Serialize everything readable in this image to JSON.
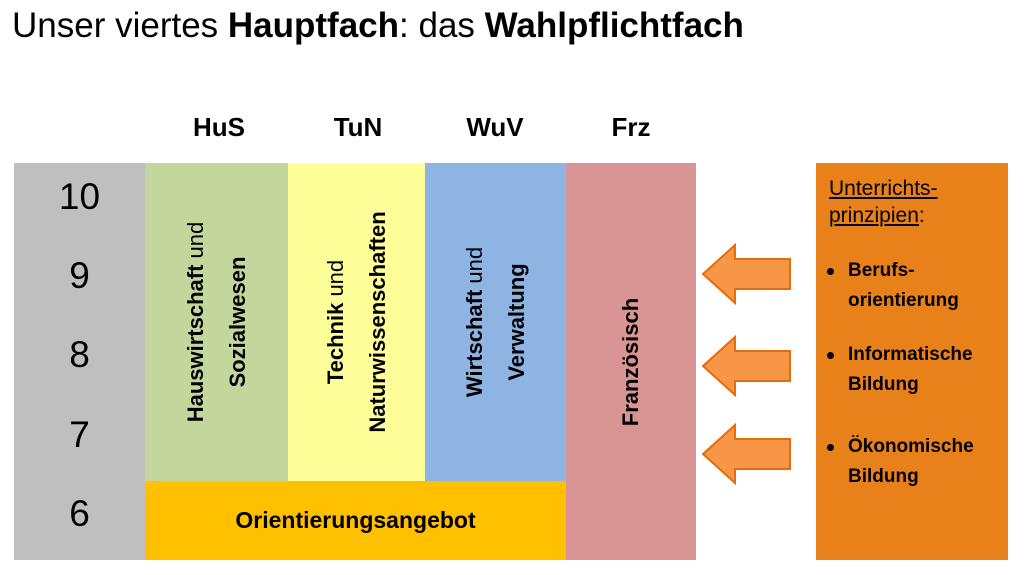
{
  "title": {
    "part1": "Unser viertes ",
    "part2": "Hauptfach",
    "part3": ": das ",
    "part4": "Wahlpflichtfach"
  },
  "columns": [
    "HuS",
    "TuN",
    "WuV",
    "Frz"
  ],
  "grades": [
    "10",
    "9",
    "8",
    "7",
    "6"
  ],
  "subjects": [
    {
      "line1_bold": "Hauswirtschaft",
      "line1_conn": " und",
      "line2": "Sozialwesen",
      "color": "#c3d69b"
    },
    {
      "line1_bold": "Technik",
      "line1_conn": " und",
      "line2": "Naturwissenschaften",
      "color": "#ffff99"
    },
    {
      "line1_bold": "Wirtschaft",
      "line1_conn": " und",
      "line2": "Verwaltung",
      "color": "#8eb4e3"
    }
  ],
  "orientation": "Orientierungsangebot",
  "french": "Französisch",
  "principles": {
    "heading_line1": "Unterrichts-",
    "heading_line2": "prinzipien",
    "heading_colon": ":",
    "items": [
      {
        "line1": "Berufs-",
        "line2": "orientierung"
      },
      {
        "line1": "Informatische",
        "line2": "Bildung"
      },
      {
        "line1": "Ökonomische",
        "line2": "Bildung"
      }
    ]
  },
  "colors": {
    "grade_bg": "#bfbfbf",
    "orientation_bg": "#ffc000",
    "french_bg": "#d99594",
    "principles_bg": "#e8811a",
    "arrow_fill": "#f79646"
  }
}
